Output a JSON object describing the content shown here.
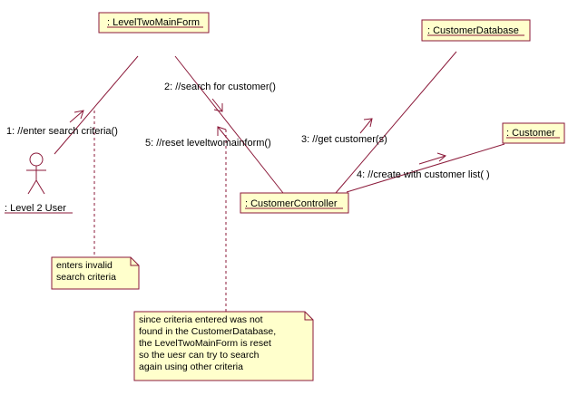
{
  "colors": {
    "line": "#8b1a3a",
    "object_fill": "#ffffcc",
    "note_fill": "#ffffcc",
    "text": "#000000",
    "background": "#ffffff"
  },
  "objects": {
    "level_two_main_form": ": LevelTwoMainForm",
    "customer_database": ": CustomerDatabase",
    "customer": ": Customer",
    "customer_controller": ": CustomerController"
  },
  "actor": {
    "name": ": Level 2 User",
    "icon": "stick-figure-actor-icon"
  },
  "messages": {
    "m1": "1: //enter search criteria()",
    "m2": "2: //search for customer()",
    "m3": "3: //get customer(s)",
    "m4": "4: //create with customer list( )",
    "m5": "5: //reset leveltwomainform()"
  },
  "notes": {
    "invalid_lines": [
      "enters invalid",
      "search criteria"
    ],
    "reset_lines": [
      "since criteria entered was not",
      "found in the CustomerDatabase,",
      "the LevelTwoMainForm is reset",
      "so the uesr can try to search",
      "again using other criteria"
    ]
  }
}
